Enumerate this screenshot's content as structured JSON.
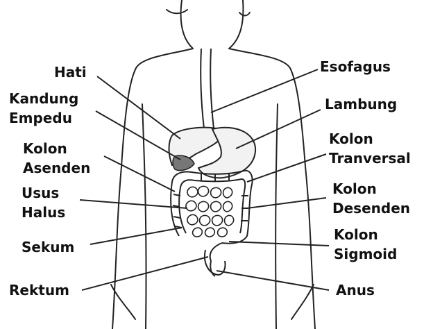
{
  "labels": {
    "hati": "Hati",
    "kandung": [
      "Kandung",
      "Empedu"
    ],
    "kolon_asenden": [
      "Kolon",
      "Asenden"
    ],
    "usus_halus": [
      "Usus",
      "Halus"
    ],
    "sekum": "Sekum",
    "rektum": "Rektum",
    "esofagus": "Esofagus",
    "lambung": "Lambung",
    "kolon_tranversal": [
      "Kolon",
      "Tranversal"
    ],
    "kolon_desenden": [
      "Kolon",
      "Desenden"
    ],
    "kolon_sigmoid": [
      "Kolon",
      "Sigmoid"
    ],
    "anus": "Anus"
  },
  "colors": {
    "line": "#222222",
    "organ_fill": "#f2f2f2",
    "gallbladder_fill": "#777777",
    "text": "#111111"
  }
}
